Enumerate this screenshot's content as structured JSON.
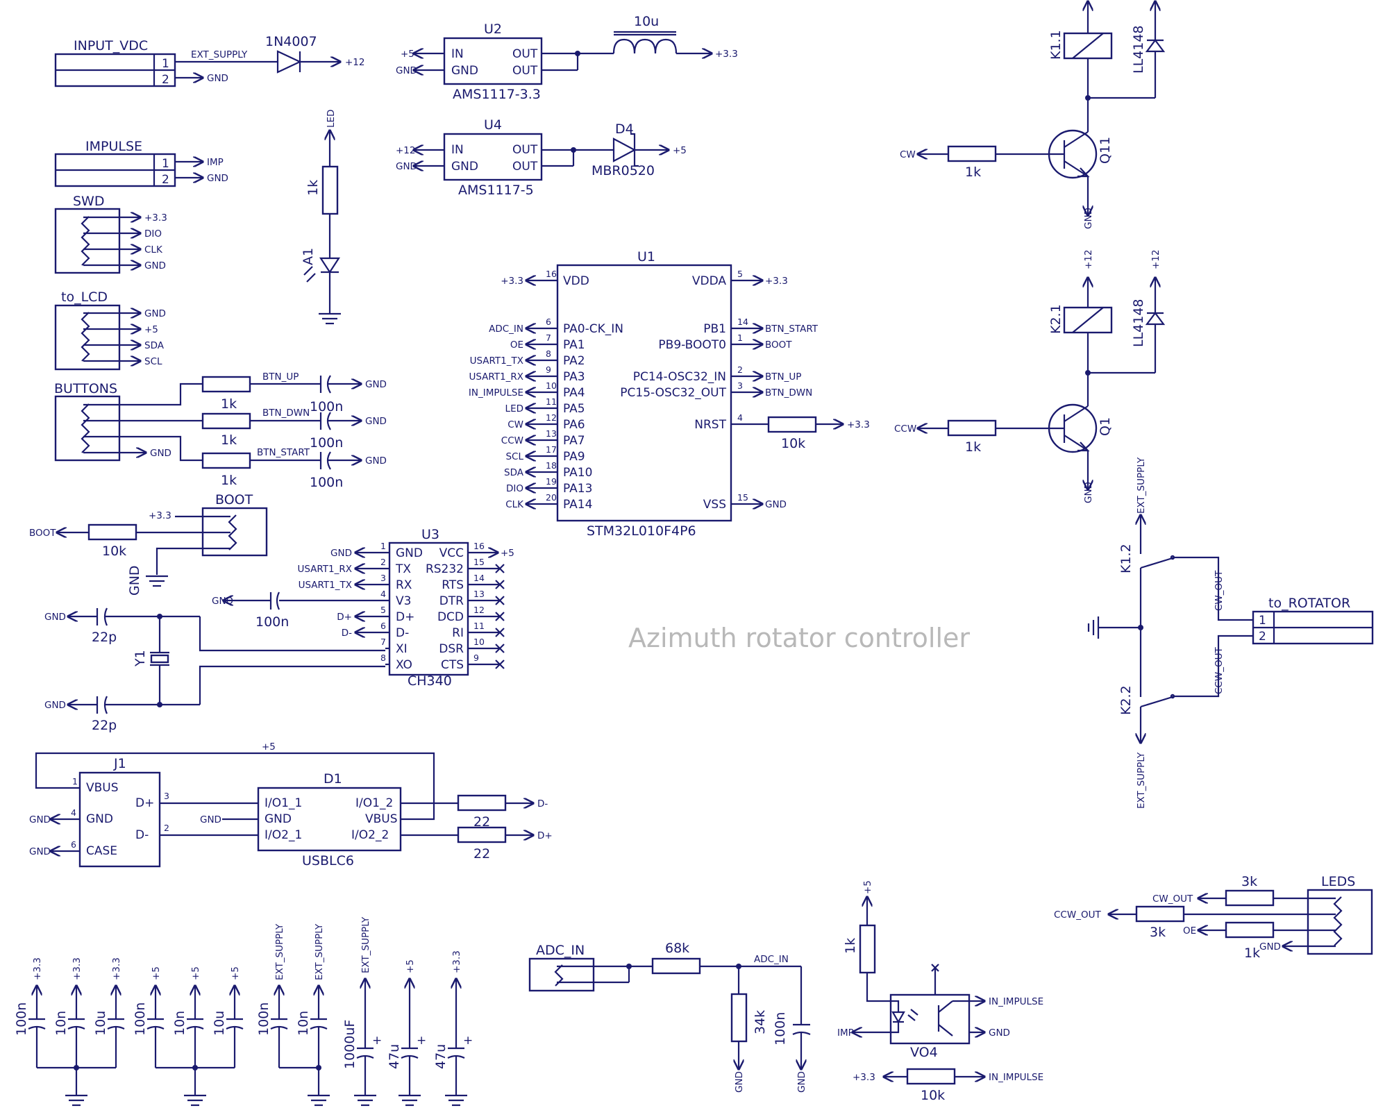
{
  "title": "Azimuth rotator controller",
  "colors": {
    "ink": "#1a1a6e",
    "title": "#b8b8b8",
    "background": "#ffffff"
  },
  "parts": {
    "input_vdc": {
      "ref": "INPUT_VDC",
      "net1": "EXT_SUPPLY",
      "net2": "GND",
      "pin1": "1",
      "pin2": "2"
    },
    "d1n4007": {
      "ref": "1N4007",
      "out": "+12"
    },
    "impulse": {
      "ref": "IMPULSE",
      "net1": "IMP",
      "net2": "GND",
      "pin1": "1",
      "pin2": "2"
    },
    "swd": {
      "ref": "SWD",
      "nets": [
        "+3.3",
        "DIO",
        "CLK",
        "GND"
      ]
    },
    "to_lcd": {
      "ref": "to_LCD",
      "nets": [
        "GND",
        "+5",
        "SDA",
        "SCL"
      ]
    },
    "buttons": {
      "ref": "BUTTONS",
      "gnd": "GND",
      "rows": [
        {
          "net": "BTN_UP",
          "r": "1k",
          "c": "100n",
          "gnd": "GND"
        },
        {
          "net": "BTN_DWN",
          "r": "1k",
          "c": "100n",
          "gnd": "GND"
        },
        {
          "net": "BTN_START",
          "r": "1k",
          "c": "100n",
          "gnd": "GND"
        }
      ]
    },
    "boot": {
      "ref": "BOOT",
      "vcc": "+3.3",
      "net": "BOOT",
      "r": "10k",
      "gnd": "GND"
    },
    "led": {
      "net": "LED",
      "r": "1k",
      "ref": "A1"
    },
    "u2": {
      "ref": "U2",
      "value": "AMS1117-3.3",
      "in_net": "+5",
      "gnd_net": "GND",
      "l_value": "10u",
      "out_net": "+3.3",
      "in": "IN",
      "gnd": "GND",
      "out1": "OUT",
      "out2": "OUT"
    },
    "u4": {
      "ref": "U4",
      "value": "AMS1117-5",
      "in_net": "+12",
      "gnd_net": "GND",
      "d_ref": "D4",
      "d_value": "MBR0520",
      "out_net": "+5",
      "in": "IN",
      "gnd": "GND",
      "out1": "OUT",
      "out2": "OUT"
    },
    "u1": {
      "ref": "U1",
      "value": "STM32L010F4P6",
      "left": [
        {
          "net": "+3.3",
          "num": "16",
          "name": "VDD"
        },
        {
          "net": "ADC_IN",
          "num": "6",
          "name": "PA0-CK_IN"
        },
        {
          "net": "OE",
          "num": "7",
          "name": "PA1"
        },
        {
          "net": "USART1_TX",
          "num": "8",
          "name": "PA2"
        },
        {
          "net": "USART1_RX",
          "num": "9",
          "name": "PA3"
        },
        {
          "net": "IN_IMPULSE",
          "num": "10",
          "name": "PA4"
        },
        {
          "net": "LED",
          "num": "11",
          "name": "PA5"
        },
        {
          "net": "CW",
          "num": "12",
          "name": "PA6"
        },
        {
          "net": "CCW",
          "num": "13",
          "name": "PA7"
        },
        {
          "net": "SCL",
          "num": "17",
          "name": "PA9"
        },
        {
          "net": "SDA",
          "num": "18",
          "name": "PA10"
        },
        {
          "net": "DIO",
          "num": "19",
          "name": "PA13"
        },
        {
          "net": "CLK",
          "num": "20",
          "name": "PA14"
        }
      ],
      "right": [
        {
          "name": "VDDA",
          "num": "5",
          "net": "+3.3"
        },
        {
          "name": "PB1",
          "num": "14",
          "net": "BTN_START"
        },
        {
          "name": "PB9-BOOT0",
          "num": "1",
          "net": "BOOT"
        },
        {
          "name": "PC14-OSC32_IN",
          "num": "2",
          "net": "BTN_UP"
        },
        {
          "name": "PC15-OSC32_OUT",
          "num": "3",
          "net": "BTN_DWN"
        },
        {
          "name": "NRST",
          "num": "4",
          "net": "+3.3"
        },
        {
          "name": "VSS",
          "num": "15",
          "net": "GND"
        }
      ],
      "nrst_r": "10k"
    },
    "u3": {
      "ref": "U3",
      "value": "CH340",
      "left": [
        {
          "net": "GND",
          "num": "1",
          "name": "GND"
        },
        {
          "net": "USART1_RX",
          "num": "2",
          "name": "TX"
        },
        {
          "net": "USART1_TX",
          "num": "3",
          "name": "RX"
        },
        {
          "net": "GND",
          "num": "4",
          "name": "V3"
        },
        {
          "net": "D+",
          "num": "5",
          "name": "D+"
        },
        {
          "net": "D-",
          "num": "6",
          "name": "D-"
        },
        {
          "net": "",
          "num": "7",
          "name": "XI"
        },
        {
          "net": "",
          "num": "8",
          "name": "XO"
        }
      ],
      "right": [
        {
          "name": "VCC",
          "num": "16",
          "net": "+5"
        },
        {
          "name": "RS232",
          "num": "15"
        },
        {
          "name": "RTS",
          "num": "14"
        },
        {
          "name": "DTR",
          "num": "13"
        },
        {
          "name": "DCD",
          "num": "12"
        },
        {
          "name": "RI",
          "num": "11"
        },
        {
          "name": "DSR",
          "num": "10"
        },
        {
          "name": "CTS",
          "num": "9"
        }
      ],
      "v3_cap": "100n"
    },
    "crystal": {
      "ref": "Y1",
      "c1": "22p",
      "c2": "22p",
      "gnd1": "GND",
      "gnd2": "GND"
    },
    "j1": {
      "ref": "J1",
      "vcc": "+5",
      "pins": [
        {
          "name": "VBUS",
          "num": "1"
        },
        {
          "name": "GND",
          "num": "4",
          "net": "GND"
        },
        {
          "name": "CASE",
          "num": "6",
          "net": "GND"
        },
        {
          "name": "D+",
          "num": "3"
        },
        {
          "name": "D-",
          "num": "2"
        }
      ]
    },
    "d1": {
      "ref": "D1",
      "value": "USBLC6",
      "gnd_net": "GND",
      "left": [
        "I/O1_1",
        "GND",
        "I/O2_1"
      ],
      "right": [
        "I/O1_2",
        "VBUS",
        "I/O2_2"
      ],
      "r1": "22",
      "r2": "22",
      "net1": "D-",
      "net2": "D+"
    },
    "k1": {
      "ref": "K1.1",
      "diode": "LL4148",
      "r": "1k",
      "q": "Q11",
      "net": "CW",
      "gnd": "GND"
    },
    "k2": {
      "ref": "K2.1",
      "diode": "LL4148",
      "r": "1k",
      "q": "Q1",
      "net": "CCW",
      "gnd": "GND",
      "vcc1": "+12",
      "vcc2": "+12"
    },
    "relay_out": {
      "k12": "K1.2",
      "k22": "K2.2",
      "sup1": "EXT_SUPPLY",
      "sup2": "EXT_SUPPLY",
      "cw_out": "CW_OUT",
      "ccw_out": "CCW_OUT",
      "conn": "to_ROTATOR",
      "pin1": "1",
      "pin2": "2"
    },
    "adc": {
      "ref": "ADC_IN",
      "r1": "68k",
      "r2": "34k",
      "c": "100n",
      "net": "ADC_IN",
      "gnd1": "GND",
      "gnd2": "GND"
    },
    "opto": {
      "ref": "VO4",
      "vcc": "+5",
      "r": "1k",
      "imp": "IMP",
      "out": "IN_IMPULSE",
      "gnd": "GND",
      "pu_vcc": "+3.3",
      "pu_r": "10k",
      "pu_net": "IN_IMPULSE"
    },
    "leds": {
      "ref": "LEDS",
      "r1": "3k",
      "r2": "3k",
      "r3": "1k",
      "cw": "CW_OUT",
      "ccw": "CCW_OUT",
      "oe": "OE",
      "gnd": "GND"
    },
    "decoupling": [
      {
        "rail": "+3.3",
        "caps": [
          "100n",
          "10n",
          "10u"
        ]
      },
      {
        "rail": "+5",
        "caps": [
          "100n",
          "10n",
          "10u"
        ]
      },
      {
        "rail": "EXT_SUPPLY",
        "caps": [
          "100n",
          "10n"
        ]
      }
    ],
    "bulk": [
      {
        "rail": "EXT_SUPPLY",
        "cap": "1000uF"
      },
      {
        "rail": "+5",
        "cap": "47u"
      },
      {
        "rail": "+3.3",
        "cap": "47u"
      }
    ]
  }
}
